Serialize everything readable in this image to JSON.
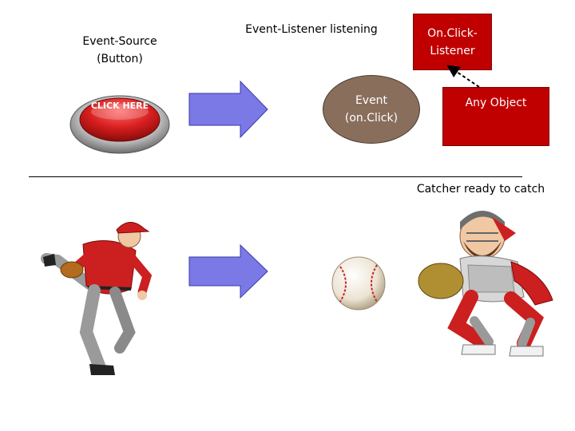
{
  "labels": {
    "event_source": "Event-Source\n(Button)",
    "listener_listening": "Event-Listener listening",
    "onclick_listener": "On.Click-\nListener",
    "event": "Event\n(on.Click)",
    "any_object": "Any Object",
    "catcher": "Catcher ready to catch",
    "button_text": "CLICK HERE"
  },
  "colors": {
    "listener_box": "#c00000",
    "event_ellipse": "#8a6e5c",
    "arrow_fill": "#7b79e6",
    "button_red": "#d81f1f"
  },
  "icons": {
    "button": "red-push-button-icon",
    "pitcher": "baseball-pitcher-icon",
    "ball": "baseball-icon",
    "catcher": "baseball-catcher-icon"
  }
}
